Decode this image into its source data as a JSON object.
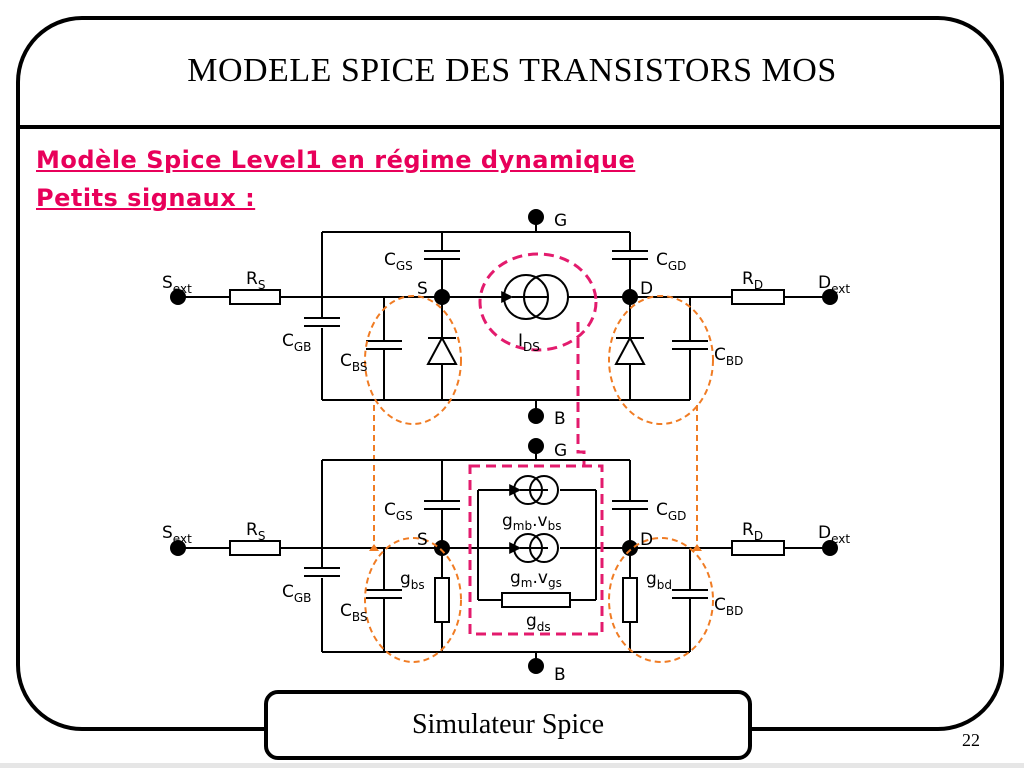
{
  "slide": {
    "title": "MODELE SPICE DES TRANSISTORS MOS",
    "subtitle_line1": "Modèle Spice Level1 en régime dynamique",
    "subtitle_line2": "Petits signaux :",
    "footer": "Simulateur Spice",
    "page_number": "22"
  },
  "colors": {
    "subtitle": "#e8005a",
    "highlight_dashed": "#e31b6d",
    "orange_dashed": "#f07c24",
    "wire": "#000000"
  },
  "top_circuit": {
    "gate": "G",
    "bulk": "B",
    "source": "S",
    "drain": "D",
    "s_ext": {
      "main": "S",
      "sub": "ext"
    },
    "d_ext": {
      "main": "D",
      "sub": "ext"
    },
    "rs": {
      "main": "R",
      "sub": "S"
    },
    "rd": {
      "main": "R",
      "sub": "D"
    },
    "cgs": {
      "main": "C",
      "sub": "GS"
    },
    "cgd": {
      "main": "C",
      "sub": "GD"
    },
    "cgb": {
      "main": "C",
      "sub": "GB"
    },
    "cbs": {
      "main": "C",
      "sub": "BS"
    },
    "cbd": {
      "main": "C",
      "sub": "BD"
    },
    "ids": {
      "main": "I",
      "sub": "DS"
    }
  },
  "bottom_circuit": {
    "gate": "G",
    "bulk": "B",
    "source": "S",
    "drain": "D",
    "s_ext": {
      "main": "S",
      "sub": "ext"
    },
    "d_ext": {
      "main": "D",
      "sub": "ext"
    },
    "rs": {
      "main": "R",
      "sub": "S"
    },
    "rd": {
      "main": "R",
      "sub": "D"
    },
    "cgs": {
      "main": "C",
      "sub": "GS"
    },
    "cgd": {
      "main": "C",
      "sub": "GD"
    },
    "cgb": {
      "main": "C",
      "sub": "GB"
    },
    "cbs": {
      "main": "C",
      "sub": "BS"
    },
    "cbd": {
      "main": "C",
      "sub": "BD"
    },
    "gbs": {
      "main": "g",
      "sub": "bs"
    },
    "gbd": {
      "main": "g",
      "sub": "bd"
    },
    "gmb": {
      "main": "g",
      "sub1": "mb",
      "dot": ".v",
      "sub2": "bs"
    },
    "gm": {
      "main": "g",
      "sub1": "m",
      "dot": ".v",
      "sub2": "gs"
    },
    "gds": {
      "main": "g",
      "sub": "ds"
    }
  }
}
